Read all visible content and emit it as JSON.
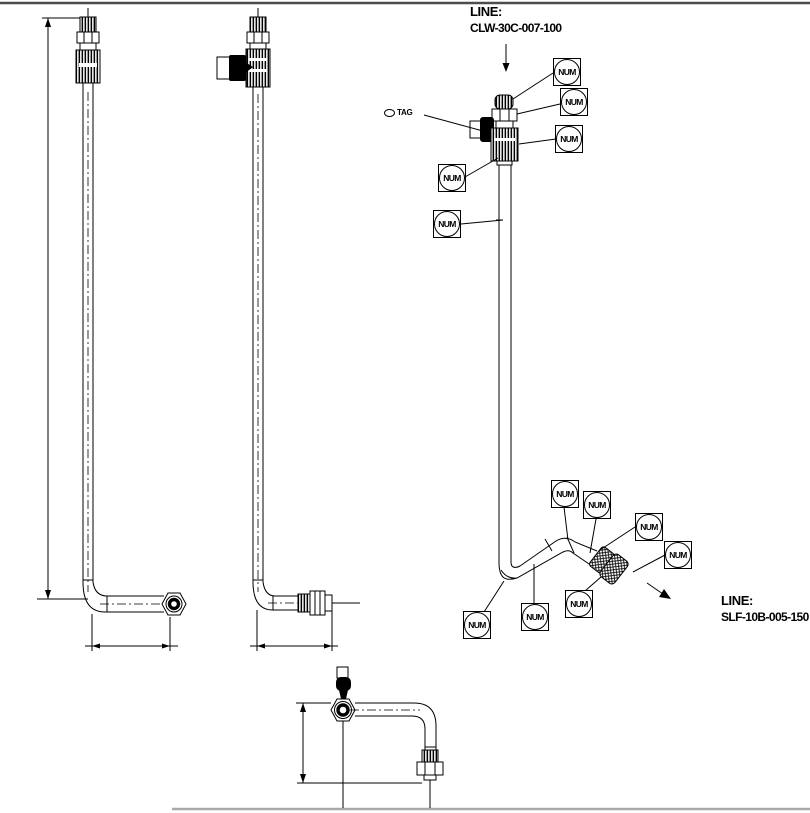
{
  "drawing": {
    "title_labels": {
      "top": {
        "prefix": "LINE:",
        "number": "CLW-30C-007-100"
      },
      "bottom": {
        "prefix": "LINE:",
        "number": "SLF-10B-005-150"
      }
    },
    "tag": {
      "label": "TAG"
    },
    "balloons": [
      {
        "label": "NUM"
      },
      {
        "label": "NUM"
      },
      {
        "label": "NUM"
      },
      {
        "label": "NUM"
      },
      {
        "label": "NUM"
      },
      {
        "label": "NUM"
      },
      {
        "label": "NUM"
      },
      {
        "label": "NUM"
      },
      {
        "label": "NUM"
      },
      {
        "label": "NUM"
      },
      {
        "label": "NUM"
      },
      {
        "label": "NUM"
      }
    ],
    "colors": {
      "ink": "#000000",
      "frame": "#4c4c4c",
      "ground": "#a9a9a9"
    }
  }
}
